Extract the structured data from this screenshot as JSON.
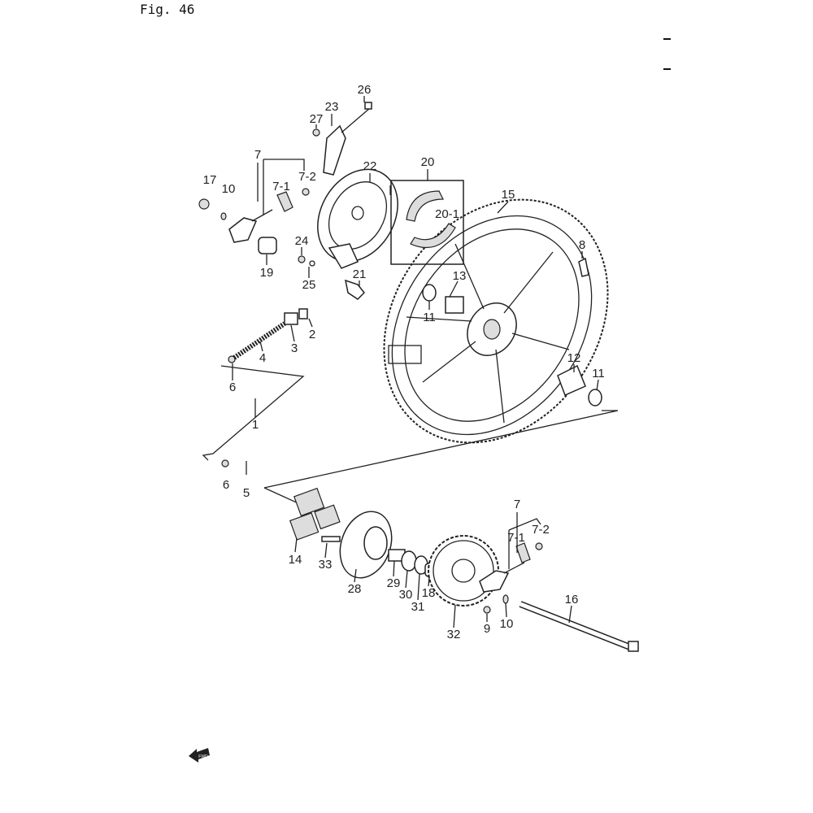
{
  "figure": {
    "title": "Fig. 46",
    "markers": [
      "-",
      "-"
    ],
    "direction_icon": "fwd-arrow-icon",
    "direction_text": "FWD"
  },
  "labels": {
    "l26": "26",
    "l23": "23",
    "l27": "27",
    "l7a": "7",
    "l71a": "7-1",
    "l72a": "7-2",
    "l17": "17",
    "l10a": "10",
    "l22": "22",
    "l20": "20",
    "l201": "20-1",
    "l15": "15",
    "l8": "8",
    "l24": "24",
    "l19": "19",
    "l25": "25",
    "l21": "21",
    "l13": "13",
    "l11a": "11",
    "l2": "2",
    "l3": "3",
    "l4": "4",
    "l6a": "6",
    "l1": "1",
    "l12": "12",
    "l11b": "11",
    "l6b": "6",
    "l5": "5",
    "l14": "14",
    "l33": "33",
    "l28": "28",
    "l29": "29",
    "l30": "30",
    "l31": "31",
    "l18": "18",
    "l32": "32",
    "l9": "9",
    "l10b": "10",
    "l16": "16",
    "l7b": "7",
    "l71b": "7-1",
    "l72b": "7-2"
  }
}
